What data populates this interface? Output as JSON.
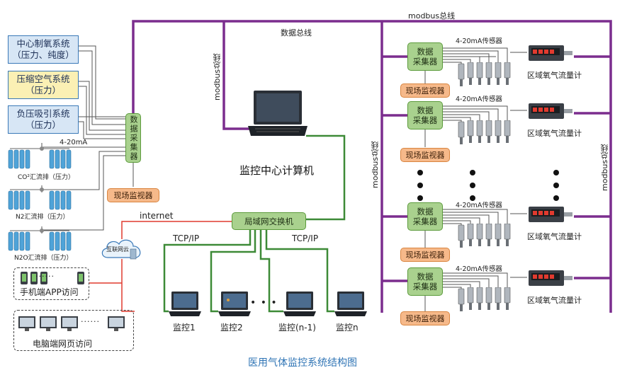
{
  "buses": {
    "modbus_top": "modbus总线",
    "data_bus": "数据总线",
    "modbus_left_vertical": "modbus总线",
    "modbus_mid_vertical": "modbus总线",
    "modbus_right_vertical": "modbus总线"
  },
  "systems": [
    {
      "name": "中心制氧系统",
      "sub": "（压力、纯度）"
    },
    {
      "name": "压缩空气系统",
      "sub": "（压力）"
    },
    {
      "name": "负压吸引系统",
      "sub": "（压力）"
    }
  ],
  "left_collector": {
    "label": "数据采集器",
    "signal": "4-20mA",
    "monitor": "现场监视器"
  },
  "manifolds": [
    {
      "label": "CO²汇流排（压力）"
    },
    {
      "label": "N2汇流排（压力）"
    },
    {
      "label": "N2O汇流排（压力）"
    }
  ],
  "center": {
    "computer": "监控中心计算机",
    "switch": "局域网交换机",
    "tcp_left": "TCP/IP",
    "tcp_right": "TCP/IP",
    "internet": "internet",
    "cloud": "互联网云",
    "terminals": [
      "监控1",
      "监控2",
      "监控(n-1)",
      "监控n"
    ],
    "ellipsis": "• • •"
  },
  "remote": {
    "mobile": "手机端APP访问",
    "pc": "电脑端网页访问",
    "dots": "······"
  },
  "right_units": [
    {
      "sensor_label": "4-20mA传感器",
      "collector": "数据\n采集器",
      "monitor": "现场监视器",
      "meter": "区域氧气流量计"
    },
    {
      "sensor_label": "4-20mA传感器",
      "collector": "数据\n采集器",
      "monitor": "现场监视器",
      "meter": "区域氧气流量计"
    },
    {
      "sensor_label": "4-20mA传感器",
      "collector": "数据\n采集器",
      "monitor": "现场监视器",
      "meter": "区域氧气流量计"
    },
    {
      "sensor_label": "4-20mA传感器",
      "collector": "数据\n采集器",
      "monitor": "现场监视器",
      "meter": "区域氧气流量计"
    }
  ],
  "caption": "医用气体监控系统结构图",
  "colors": {
    "modbus": "#7b2d8e",
    "lan": "#3d8a37",
    "internet": "#e03a2f",
    "signal": "#555555",
    "caption": "#2f74b5"
  }
}
